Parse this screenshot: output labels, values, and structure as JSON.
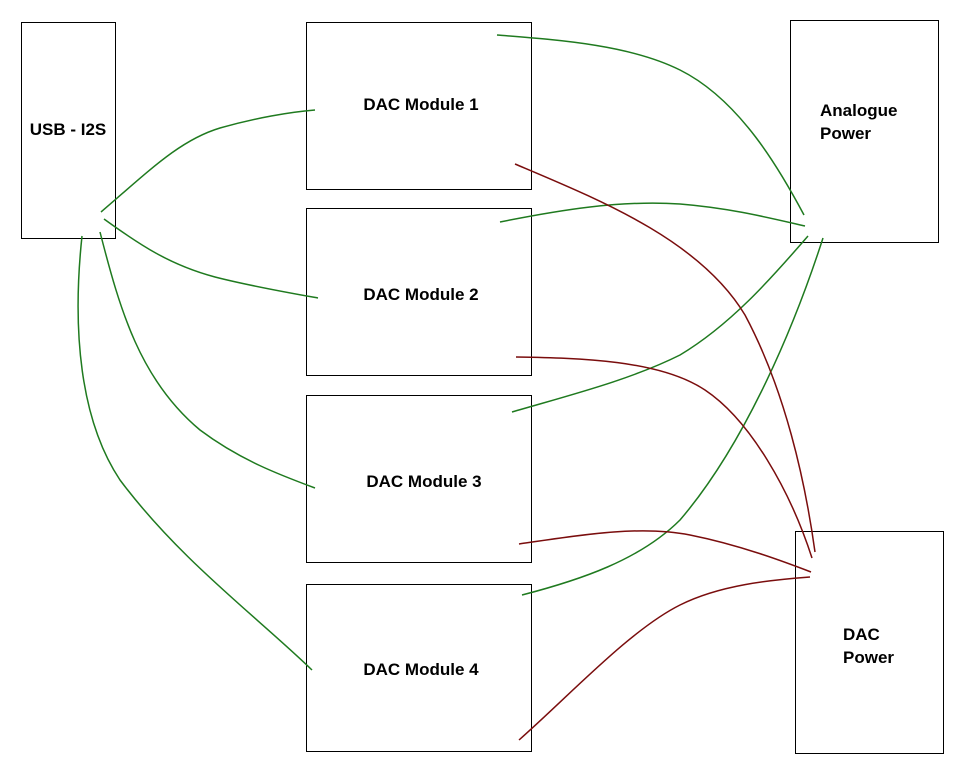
{
  "nodes": {
    "usb_i2s": {
      "lines": [
        "USB - I2S"
      ]
    },
    "dac1": {
      "lines": [
        "DAC Module 1"
      ]
    },
    "dac2": {
      "lines": [
        "DAC Module 2"
      ]
    },
    "dac3": {
      "lines": [
        "DAC Module 3"
      ]
    },
    "dac4": {
      "lines": [
        "DAC Module 4"
      ]
    },
    "analogue_power": {
      "lines": [
        "Analogue",
        "Power"
      ]
    },
    "dac_power": {
      "lines": [
        "DAC",
        "Power"
      ]
    }
  },
  "connections": [
    {
      "from": "usb_i2s",
      "to": "dac1",
      "kind": "signal"
    },
    {
      "from": "usb_i2s",
      "to": "dac2",
      "kind": "signal"
    },
    {
      "from": "usb_i2s",
      "to": "dac3",
      "kind": "signal"
    },
    {
      "from": "usb_i2s",
      "to": "dac4",
      "kind": "signal"
    },
    {
      "from": "dac1",
      "to": "analogue_power",
      "kind": "signal"
    },
    {
      "from": "dac2",
      "to": "analogue_power",
      "kind": "signal"
    },
    {
      "from": "dac3",
      "to": "analogue_power",
      "kind": "signal"
    },
    {
      "from": "dac4",
      "to": "analogue_power",
      "kind": "signal"
    },
    {
      "from": "dac1",
      "to": "dac_power",
      "kind": "power"
    },
    {
      "from": "dac2",
      "to": "dac_power",
      "kind": "power"
    },
    {
      "from": "dac3",
      "to": "dac_power",
      "kind": "power"
    },
    {
      "from": "dac4",
      "to": "dac_power",
      "kind": "power"
    }
  ],
  "colors": {
    "signal_wire": "#1f7a1f",
    "power_wire": "#7a0d0d",
    "box_border": "#000000",
    "background": "#ffffff"
  }
}
